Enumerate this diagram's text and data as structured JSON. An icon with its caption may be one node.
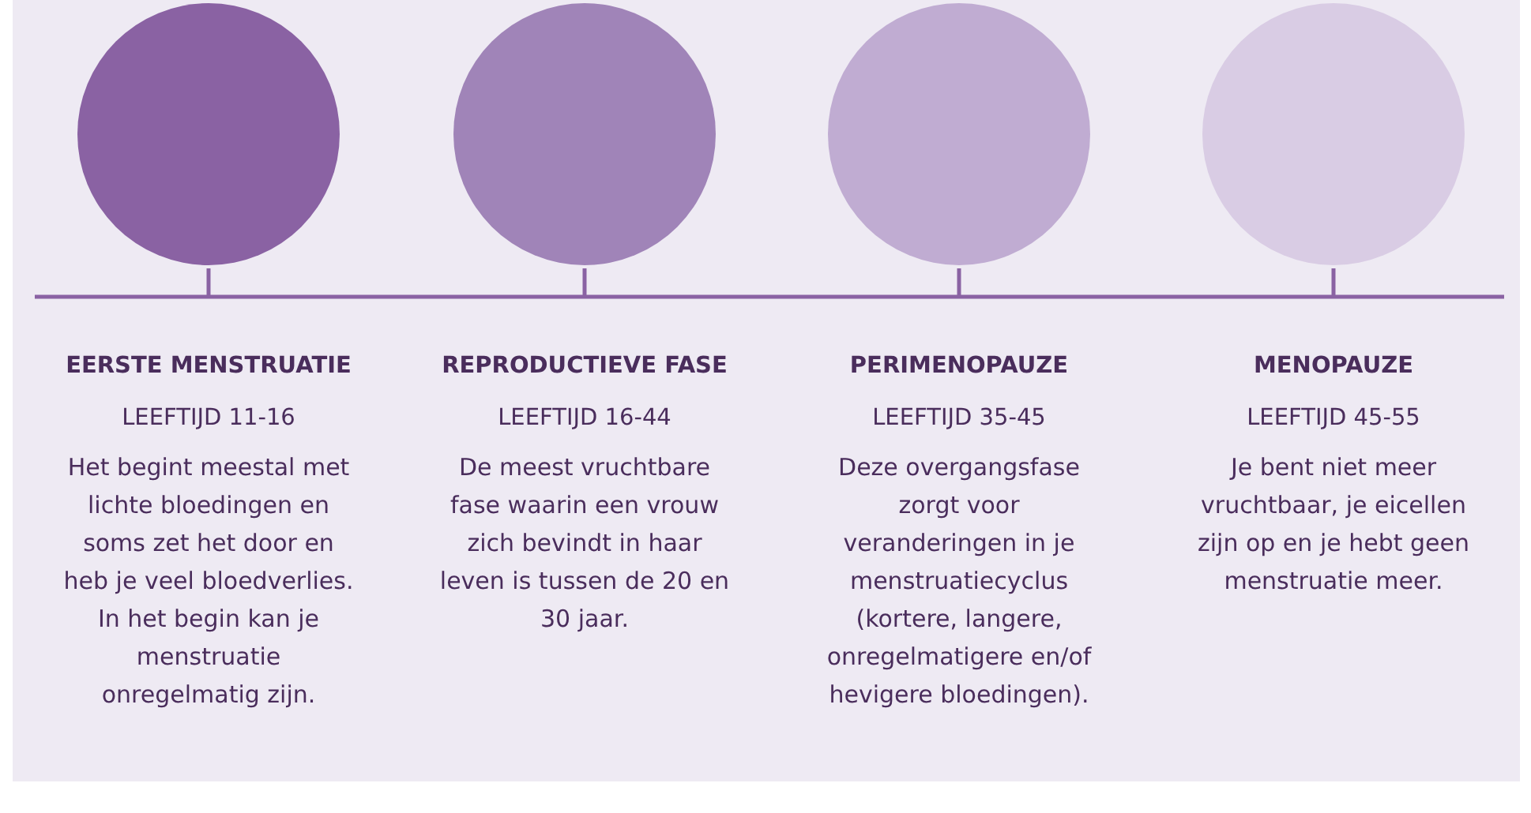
{
  "diagram": {
    "nodes": [
      {
        "text": [],
        "shape": "circle",
        "beside": [
          "EERSTE MENSTRUATIE",
          "LEEFTIJD 11-16",
          "Het begint meestal met lichte bloedingen en soms zet het door en heb je veel bloedverlies. In het begin kan je menstruatie onregelmatig zijn."
        ]
      },
      {
        "text": [],
        "shape": "circle",
        "beside": [
          "REPRODUCTIEVE FASE",
          "LEEFTIJD 16-44",
          "De meest vruchtbare fase waarin een vrouw zich bevindt in haar leven is tussen de 20 en 30 jaar."
        ]
      },
      {
        "text": [],
        "shape": "circle",
        "beside": [
          "PERIMENOPAUZE",
          "LEEFTIJD 35-45",
          "Deze overgangsfase zorgt voor veranderingen in je menstruatiecyclus (kortere, langere, onregelmatigere en/of hevigere bloedingen)."
        ]
      },
      {
        "text": [],
        "shape": "circle",
        "beside": [
          "MENOPAUZE",
          "LEEFTIJD 45-55",
          "Je bent niet meer vruchtbaar, je eicellen zijn op en je hebt geen menstruatie meer."
        ]
      }
    ]
  }
}
